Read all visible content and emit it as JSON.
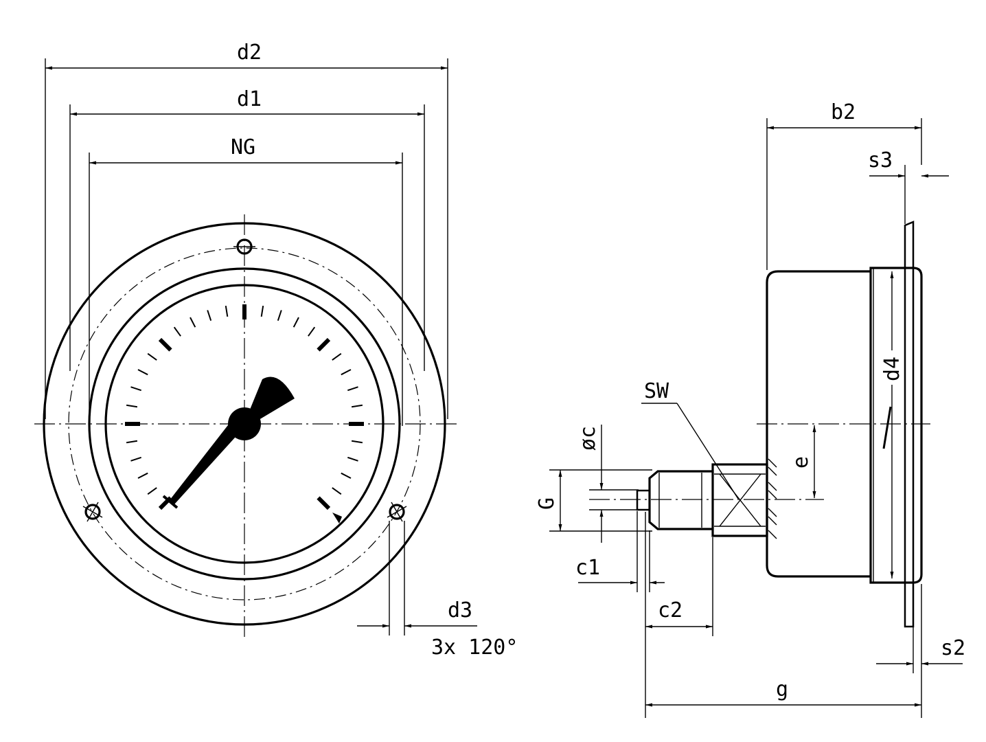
{
  "labels": {
    "d2": "d2",
    "d1": "d1",
    "ng": "NG",
    "d3": "d3",
    "holes": "3x 120°",
    "b2": "b2",
    "s3": "s3",
    "d4": "d4",
    "sw": "SW",
    "phi_c": "øc",
    "e": "e",
    "g_thread": "G",
    "c1": "c1",
    "c2": "c2",
    "s2": "s2",
    "g_len": "g"
  }
}
